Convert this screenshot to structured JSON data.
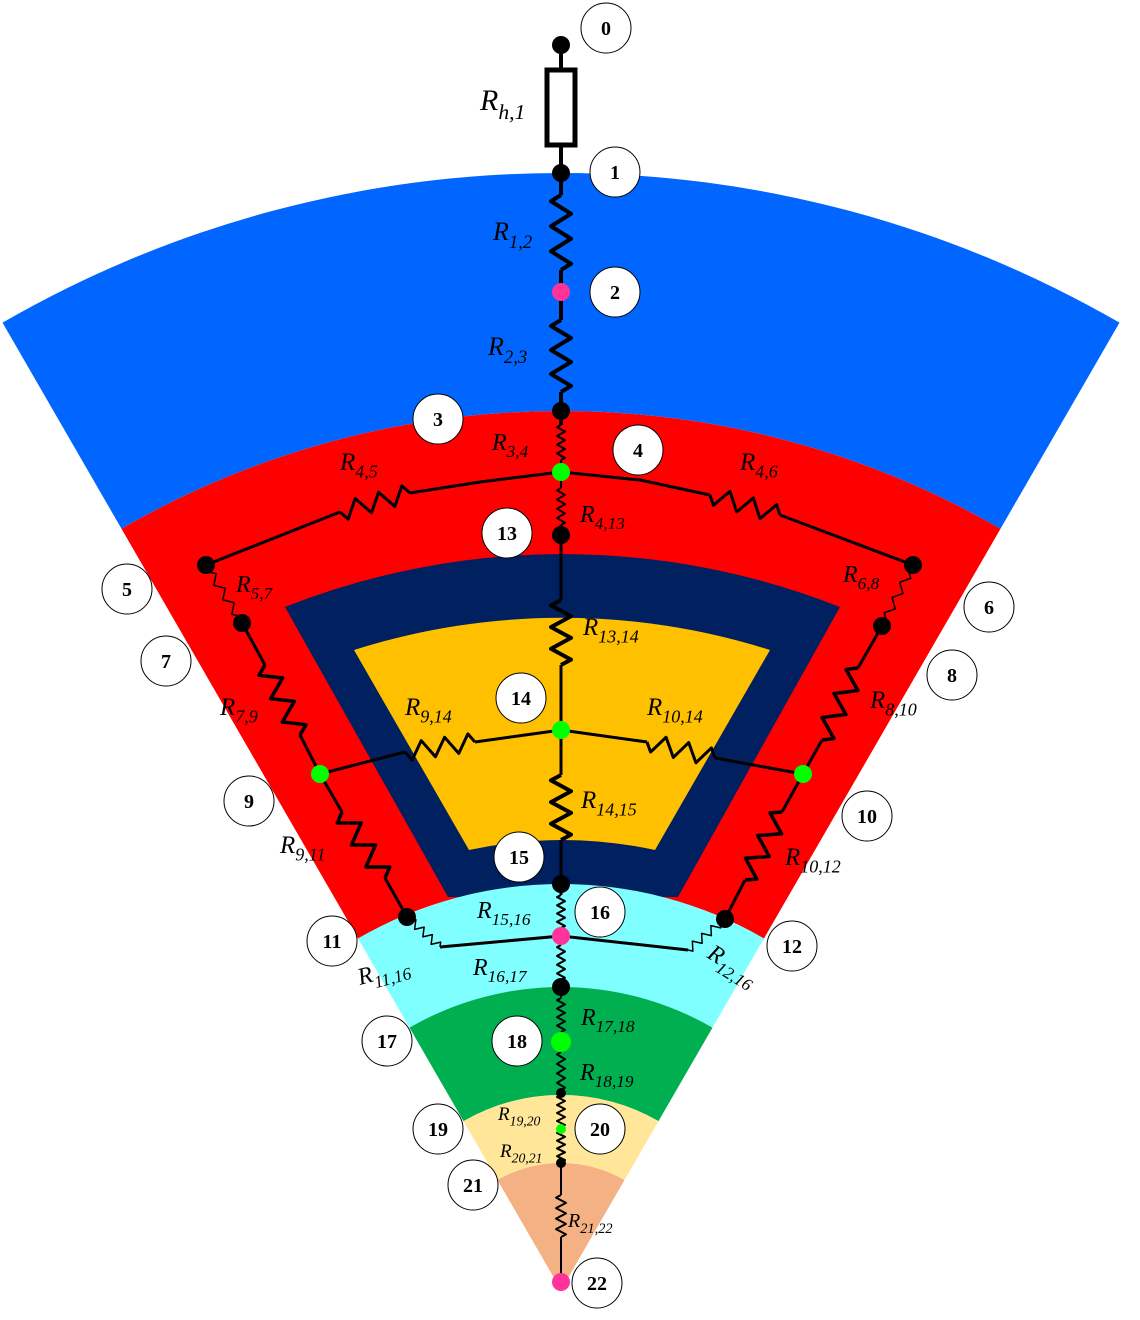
{
  "title": "Thermal resistance network of sector",
  "colors": {
    "outer_layer": "#0066FF",
    "red_layer": "#FF0000",
    "navy_region": "#002060",
    "yellow_region": "#FFC000",
    "cyan_layer": "#7FFFFF",
    "green_layer": "#00B050",
    "light_yellow_layer": "#FFE699",
    "peach_layer": "#F4B183",
    "node_black": "#000000",
    "node_green": "#00FF00",
    "node_pink": "#FF3399"
  },
  "nodes": [
    {
      "id": "0",
      "color": "black"
    },
    {
      "id": "1",
      "color": "black"
    },
    {
      "id": "2",
      "color": "pink"
    },
    {
      "id": "3",
      "color": "black"
    },
    {
      "id": "4",
      "color": "green"
    },
    {
      "id": "5",
      "color": "black"
    },
    {
      "id": "6",
      "color": "black"
    },
    {
      "id": "7",
      "color": "black"
    },
    {
      "id": "8",
      "color": "black"
    },
    {
      "id": "9",
      "color": "green"
    },
    {
      "id": "10",
      "color": "green"
    },
    {
      "id": "11",
      "color": "black"
    },
    {
      "id": "12",
      "color": "black"
    },
    {
      "id": "13",
      "color": "black"
    },
    {
      "id": "14",
      "color": "green"
    },
    {
      "id": "15",
      "color": "black"
    },
    {
      "id": "16",
      "color": "pink"
    },
    {
      "id": "17",
      "color": "black"
    },
    {
      "id": "18",
      "color": "green"
    },
    {
      "id": "19",
      "color": "black"
    },
    {
      "id": "20",
      "color": "green"
    },
    {
      "id": "21",
      "color": "black"
    },
    {
      "id": "22",
      "color": "pink"
    }
  ],
  "resistors": [
    {
      "main": "R",
      "sub": "h,1"
    },
    {
      "main": "R",
      "sub": "1,2"
    },
    {
      "main": "R",
      "sub": "2,3"
    },
    {
      "main": "R",
      "sub": "3,4"
    },
    {
      "main": "R",
      "sub": "4,5"
    },
    {
      "main": "R",
      "sub": "4,6"
    },
    {
      "main": "R",
      "sub": "4,13"
    },
    {
      "main": "R",
      "sub": "5,7"
    },
    {
      "main": "R",
      "sub": "6,8"
    },
    {
      "main": "R",
      "sub": "7,9"
    },
    {
      "main": "R",
      "sub": "8,10"
    },
    {
      "main": "R",
      "sub": "9,14"
    },
    {
      "main": "R",
      "sub": "10,14"
    },
    {
      "main": "R",
      "sub": "9,11"
    },
    {
      "main": "R",
      "sub": "10,12"
    },
    {
      "main": "R",
      "sub": "13,14"
    },
    {
      "main": "R",
      "sub": "14,15"
    },
    {
      "main": "R",
      "sub": "15,16"
    },
    {
      "main": "R",
      "sub": "16,17"
    },
    {
      "main": "R",
      "sub": "17,18"
    },
    {
      "main": "R",
      "sub": "18,19"
    },
    {
      "main": "R",
      "sub": "19,20"
    },
    {
      "main": "R",
      "sub": "20,21"
    },
    {
      "main": "R",
      "sub": "21,22"
    },
    {
      "main": "R",
      "sub": "11,16"
    },
    {
      "main": "R",
      "sub": "12,16"
    }
  ]
}
